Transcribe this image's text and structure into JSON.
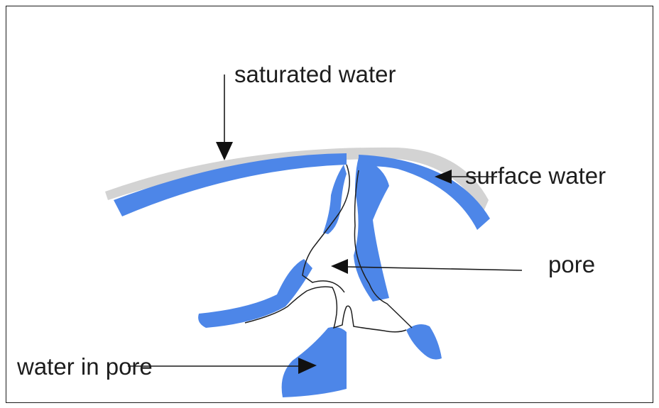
{
  "diagram": {
    "labels": {
      "saturated_water": "saturated water",
      "surface_water": "surface water",
      "pore": "pore",
      "water_in_pore": "water in pore"
    },
    "colors": {
      "water": "#4d86e8",
      "saturated_film": "#d3d3d3",
      "outline": "#1f1f1f",
      "frame": "#1a1a1a"
    }
  }
}
